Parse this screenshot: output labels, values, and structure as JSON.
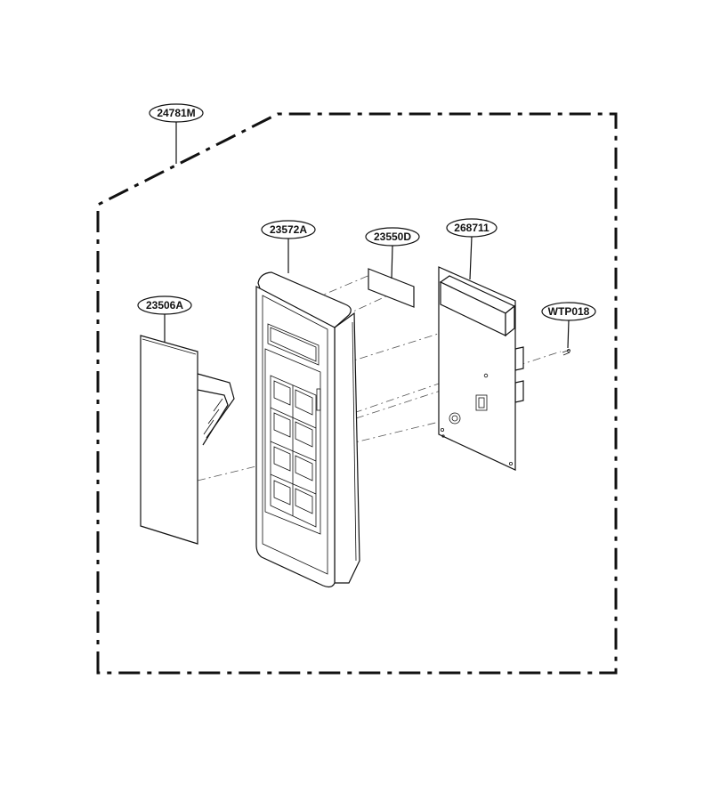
{
  "parts": {
    "assembly": "24781M",
    "membrane": "23506A",
    "panel": "23572A",
    "window": "23550D",
    "pcb": "268711",
    "screw": "WTP018"
  }
}
